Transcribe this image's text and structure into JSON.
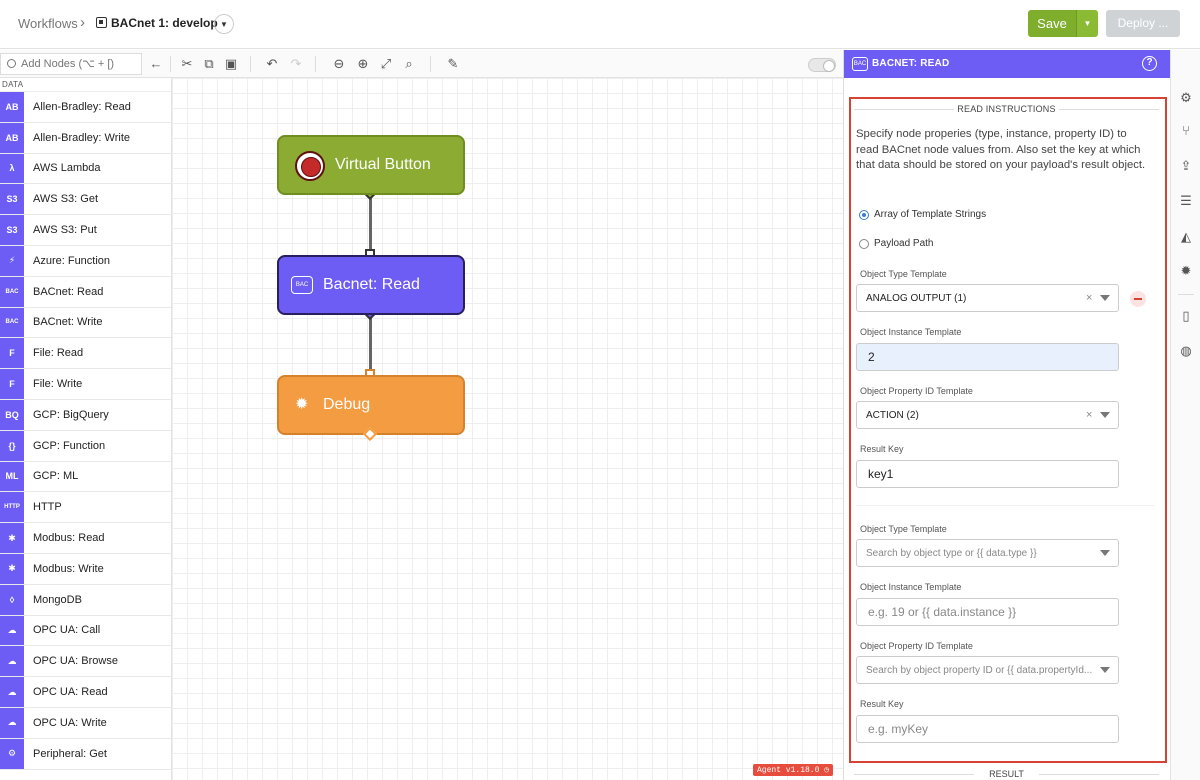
{
  "breadcrumb": {
    "root": "Workflows",
    "separator": "›",
    "current": "BACnet 1: develop",
    "dropdown_glyph": "▼"
  },
  "actions": {
    "save_label": "Save",
    "save_dropdown_glyph": "▼",
    "deploy_label": "Deploy ..."
  },
  "toolbar": {
    "search_placeholder": "Add Nodes (⌥ + [)",
    "icons": [
      "collapse-left-icon",
      "cut-icon",
      "copy-icon",
      "paste-icon",
      "undo-icon",
      "redo-icon",
      "zoom-out-icon",
      "zoom-in-icon",
      "fit-screen-icon",
      "search-canvas-icon",
      "comment-icon"
    ]
  },
  "nodelist": {
    "section": "DATA",
    "items": [
      {
        "label": "Allen-Bradley: Read",
        "icon": "AB"
      },
      {
        "label": "Allen-Bradley: Write",
        "icon": "AB"
      },
      {
        "label": "AWS Lambda",
        "icon": "λ"
      },
      {
        "label": "AWS S3: Get",
        "icon": "S3"
      },
      {
        "label": "AWS S3: Put",
        "icon": "S3"
      },
      {
        "label": "Azure: Function",
        "icon": "⚡"
      },
      {
        "label": "BACnet: Read",
        "icon": "BAC"
      },
      {
        "label": "BACnet: Write",
        "icon": "BAC"
      },
      {
        "label": "File: Read",
        "icon": "F"
      },
      {
        "label": "File: Write",
        "icon": "F"
      },
      {
        "label": "GCP: BigQuery",
        "icon": "BQ"
      },
      {
        "label": "GCP: Function",
        "icon": "{}"
      },
      {
        "label": "GCP: ML",
        "icon": "ML"
      },
      {
        "label": "HTTP",
        "icon": "HTTP"
      },
      {
        "label": "Modbus: Read",
        "icon": "✱"
      },
      {
        "label": "Modbus: Write",
        "icon": "✱"
      },
      {
        "label": "MongoDB",
        "icon": "◊"
      },
      {
        "label": "OPC UA: Call",
        "icon": "☁"
      },
      {
        "label": "OPC UA: Browse",
        "icon": "☁"
      },
      {
        "label": "OPC UA: Read",
        "icon": "☁"
      },
      {
        "label": "OPC UA: Write",
        "icon": "☁"
      },
      {
        "label": "Peripheral: Get",
        "icon": "⚙"
      }
    ]
  },
  "canvas": {
    "nodes": [
      {
        "label": "Virtual Button",
        "color": "#8bab32"
      },
      {
        "label": "Bacnet: Read",
        "color": "#6e5df4"
      },
      {
        "label": "Debug",
        "color": "#f39c41"
      }
    ],
    "agent_version": "Agent v1.18.0 ◷"
  },
  "panel": {
    "title": "BACNET: READ",
    "header_icon_text": "BAC",
    "help_glyph": "?",
    "section_title": "READ INSTRUCTIONS",
    "description": "Specify node properies (type, instance, property ID) to read BACnet node values from. Also set the key at which that data should be stored on your payload's result object.",
    "radio_options": [
      {
        "label": "Array of Template Strings",
        "selected": true
      },
      {
        "label": "Payload Path",
        "selected": false
      }
    ],
    "entries": [
      {
        "object_type_label": "Object Type Template",
        "object_type_value": "ANALOG OUTPUT (1)",
        "object_instance_label": "Object Instance Template",
        "object_instance_value": "2",
        "property_id_label": "Object Property ID Template",
        "property_id_value": "ACTION (2)",
        "result_key_label": "Result Key",
        "result_key_value": "key1"
      },
      {
        "object_type_label": "Object Type Template",
        "object_type_placeholder": "Search by object type or {{ data.type }}",
        "object_instance_label": "Object Instance Template",
        "object_instance_placeholder": "e.g. 19 or {{ data.instance }}",
        "property_id_label": "Object Property ID Template",
        "property_id_placeholder": "Search by object property ID or {{ data.propertyId...",
        "result_key_label": "Result Key",
        "result_key_placeholder": "e.g. myKey"
      }
    ],
    "clear_glyph": "×",
    "result_section_title": "RESULT"
  },
  "rail": {
    "icons": [
      "settings-icon",
      "branch-icon",
      "upload-icon",
      "database-icon",
      "chart-icon",
      "debug-settings-icon",
      "device-icon",
      "globe-icon"
    ]
  },
  "colors": {
    "accent_purple": "#6e5df4",
    "save_green": "#7fae2d",
    "highlight_red": "#d64332"
  }
}
